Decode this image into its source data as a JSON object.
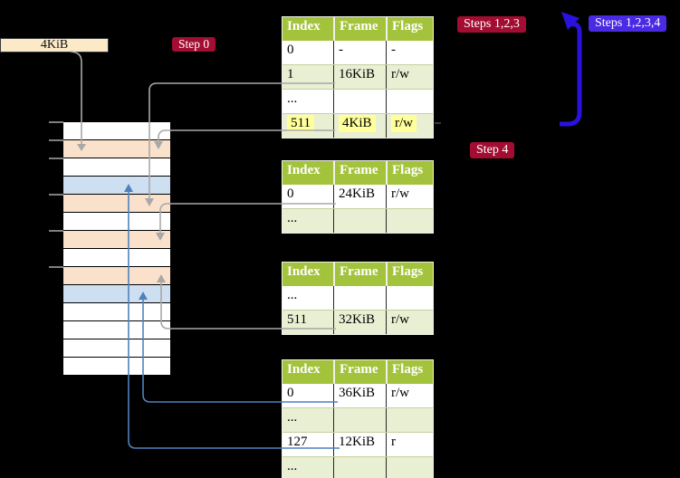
{
  "labels": {
    "frame_pointer": "4KiB",
    "step0": "Step 0",
    "steps123": "Steps 1,2,3",
    "steps1234": "Steps 1,2,3,4",
    "step4": "Step 4"
  },
  "memory": {
    "rows": [
      "white",
      "peach",
      "white",
      "blue",
      "peach",
      "white",
      "peach",
      "white",
      "peach",
      "blue",
      "white",
      "white",
      "white",
      "white"
    ]
  },
  "tables": [
    {
      "headers": [
        "Index",
        "Frame",
        "Flags"
      ],
      "rows": [
        {
          "cells": [
            "0",
            "-",
            "-"
          ],
          "shade": false,
          "highlight": false
        },
        {
          "cells": [
            "1",
            "16KiB",
            "r/w"
          ],
          "shade": true,
          "highlight": false
        },
        {
          "cells": [
            "...",
            "",
            ""
          ],
          "shade": false,
          "highlight": false
        },
        {
          "cells": [
            "511",
            "4KiB",
            "r/w"
          ],
          "shade": true,
          "highlight": true
        }
      ]
    },
    {
      "headers": [
        "Index",
        "Frame",
        "Flags"
      ],
      "rows": [
        {
          "cells": [
            "0",
            "24KiB",
            "r/w"
          ],
          "shade": false,
          "highlight": false
        },
        {
          "cells": [
            "...",
            "",
            ""
          ],
          "shade": true,
          "highlight": false
        }
      ]
    },
    {
      "headers": [
        "Index",
        "Frame",
        "Flags"
      ],
      "rows": [
        {
          "cells": [
            "...",
            "",
            ""
          ],
          "shade": false,
          "highlight": false
        },
        {
          "cells": [
            "511",
            "32KiB",
            "r/w"
          ],
          "shade": true,
          "highlight": false
        }
      ]
    },
    {
      "headers": [
        "Index",
        "Frame",
        "Flags"
      ],
      "rows": [
        {
          "cells": [
            "0",
            "36KiB",
            "r/w"
          ],
          "shade": false,
          "highlight": false
        },
        {
          "cells": [
            "...",
            "",
            ""
          ],
          "shade": true,
          "highlight": false
        },
        {
          "cells": [
            "127",
            "12KiB",
            "r"
          ],
          "shade": false,
          "highlight": false
        },
        {
          "cells": [
            "...",
            "",
            ""
          ],
          "shade": true,
          "highlight": false
        }
      ]
    }
  ],
  "colors": {
    "background": "#000000",
    "table_header_green": "#a4c33c",
    "table_row_green": "#e9efd3",
    "highlight_yellow": "#ffff9b",
    "memory_peach": "#fae1cb",
    "memory_blue": "#cfdff2",
    "pointer_box_wheat": "#fbe9c7",
    "step_label_red": "#a30d32",
    "step_label_violet": "#4a2ae2",
    "recursion_arrow_blue": "#2a12dd",
    "connector_grey": "#a8a8a8",
    "connector_steelblue": "#4f81bd"
  }
}
